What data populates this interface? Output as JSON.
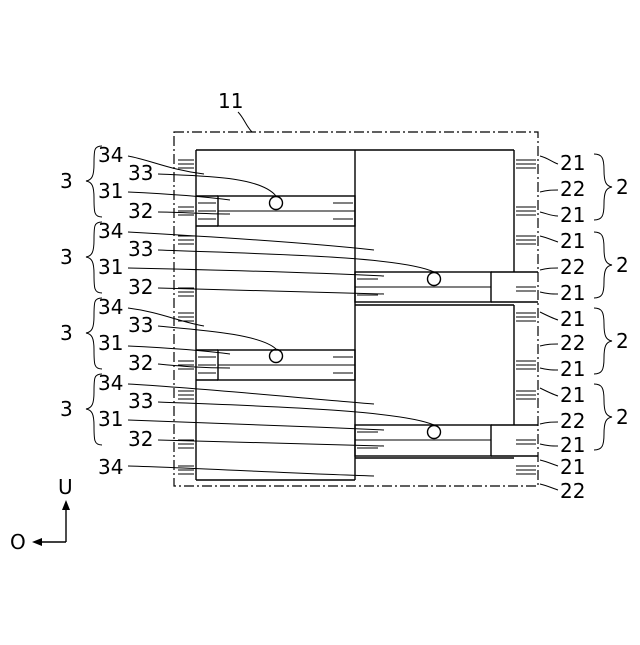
{
  "labels": {
    "frame": "11",
    "unit3": "3",
    "unit2": "2",
    "n34": "34",
    "n33": "33",
    "n31": "31",
    "n32": "32",
    "n21": "21",
    "n22": "22",
    "axis_up": "U",
    "axis_out": "O"
  }
}
